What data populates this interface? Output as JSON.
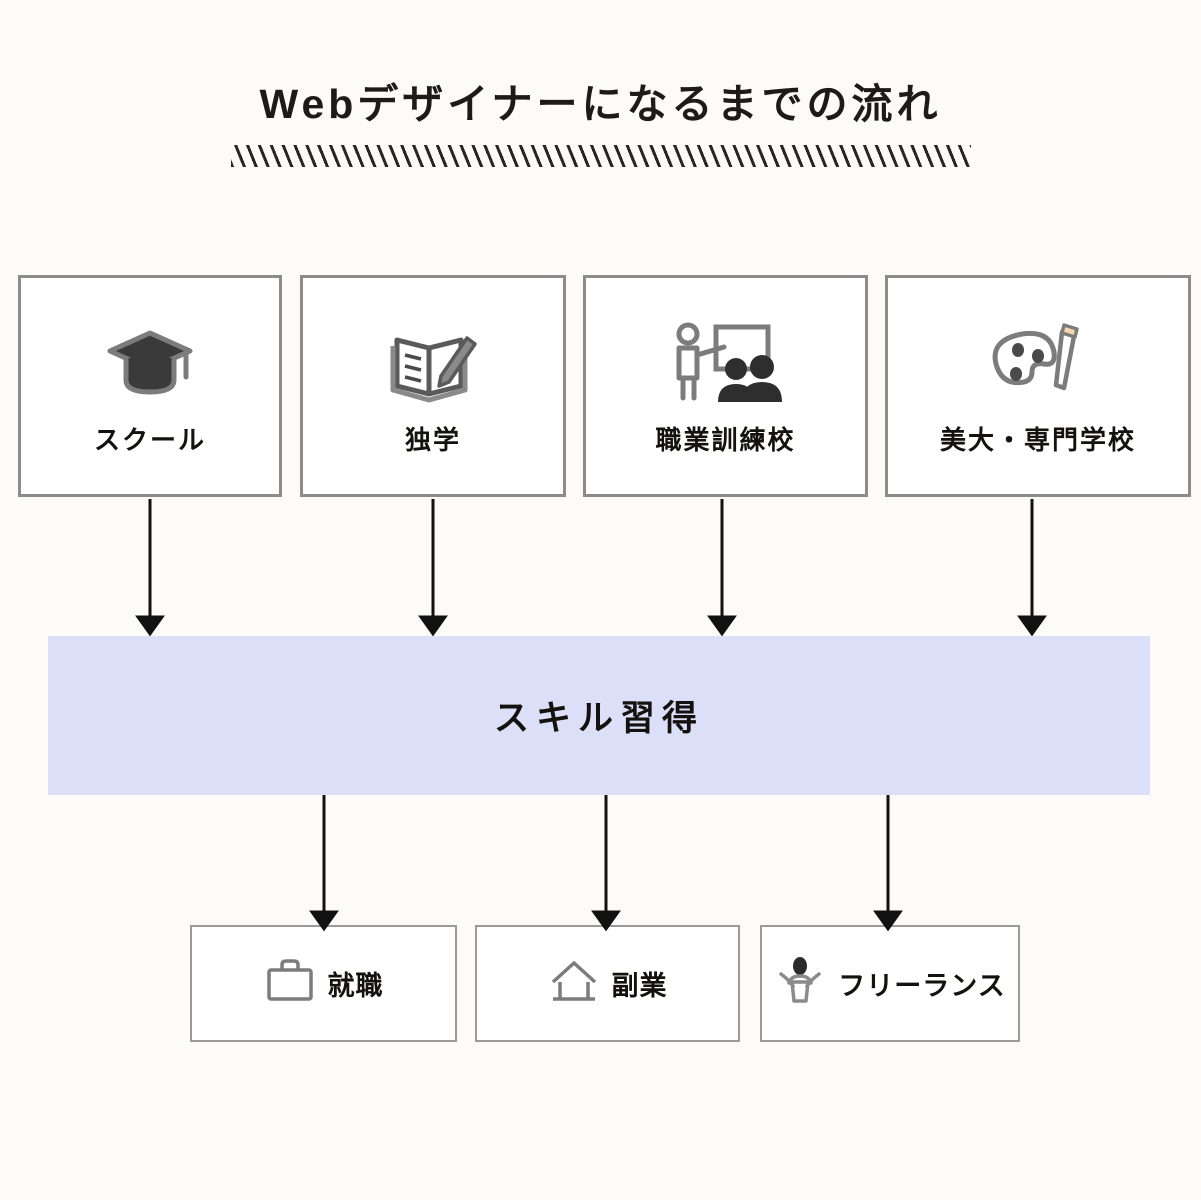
{
  "page": {
    "background_color": "#FCFBF7",
    "title": "Webデザイナーになるまでの流れ"
  },
  "diagram": {
    "type": "flowchart",
    "accent_color": "#DBDFF8",
    "box_border_color": "#8C8C8C",
    "arrow_color": "#111111",
    "learning_routes": [
      {
        "id": "school",
        "label": "スクール",
        "icon": "graduation-cap-icon"
      },
      {
        "id": "self",
        "label": "独学",
        "icon": "book-pencil-icon"
      },
      {
        "id": "voc",
        "label": "職業訓練校",
        "icon": "teacher-students-icon"
      },
      {
        "id": "art",
        "label": "美大・専門学校",
        "icon": "palette-brush-icon"
      }
    ],
    "middle_stage": {
      "id": "skill",
      "label": "スキル習得"
    },
    "outcomes": [
      {
        "id": "job",
        "label": "就職",
        "icon": "briefcase-icon"
      },
      {
        "id": "side",
        "label": "副業",
        "icon": "house-icon"
      },
      {
        "id": "free",
        "label": "フリーランス",
        "icon": "person-arms-up-icon"
      }
    ]
  }
}
